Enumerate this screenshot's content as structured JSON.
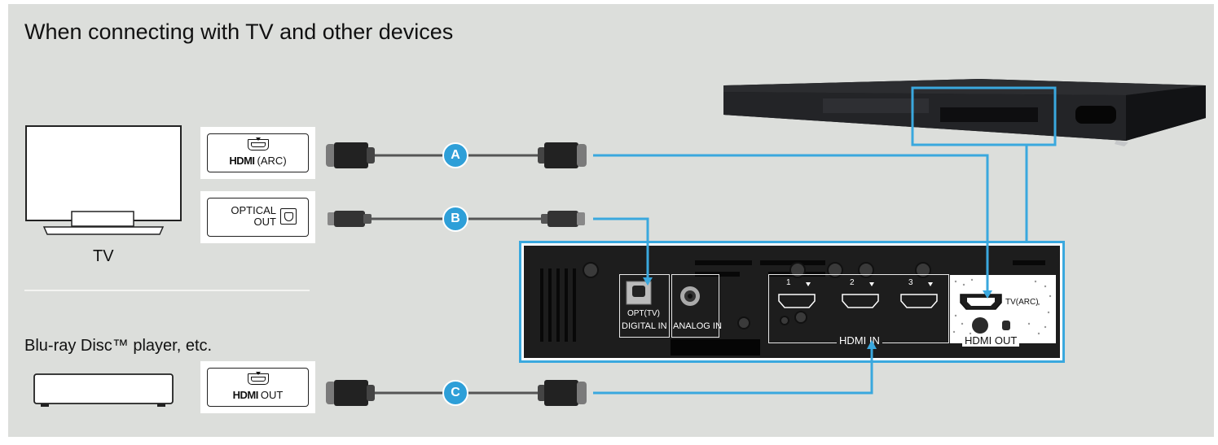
{
  "title": "When connecting with TV and other devices",
  "devices": {
    "tv_label": "TV",
    "player_label": "Blu-ray Disc™ player, etc."
  },
  "source_ports": {
    "tv_hdmi": {
      "logo": "HDMI",
      "suffix": "(ARC)"
    },
    "tv_optical": {
      "line1": "OPTICAL",
      "line2": "OUT"
    },
    "player_hdmi": {
      "logo": "HDMI",
      "suffix": "OUT"
    }
  },
  "cables": [
    {
      "id": "A",
      "type": "hdmi"
    },
    {
      "id": "B",
      "type": "optical"
    },
    {
      "id": "C",
      "type": "hdmi"
    }
  ],
  "panel": {
    "opt_tv": "OPT(TV)",
    "digital_in": "DIGITAL IN",
    "analog_in": "ANALOG IN",
    "hdmi_in_numbers": [
      "1",
      "2",
      "3"
    ],
    "hdmi_in": "HDMI IN",
    "tv_arc": "TV(ARC)",
    "hdmi_out": "HDMI OUT"
  },
  "colors": {
    "accent": "#3aa8de",
    "badge": "#2e9fd8",
    "background": "#dcdedb",
    "panel": "#1d1d1d"
  }
}
